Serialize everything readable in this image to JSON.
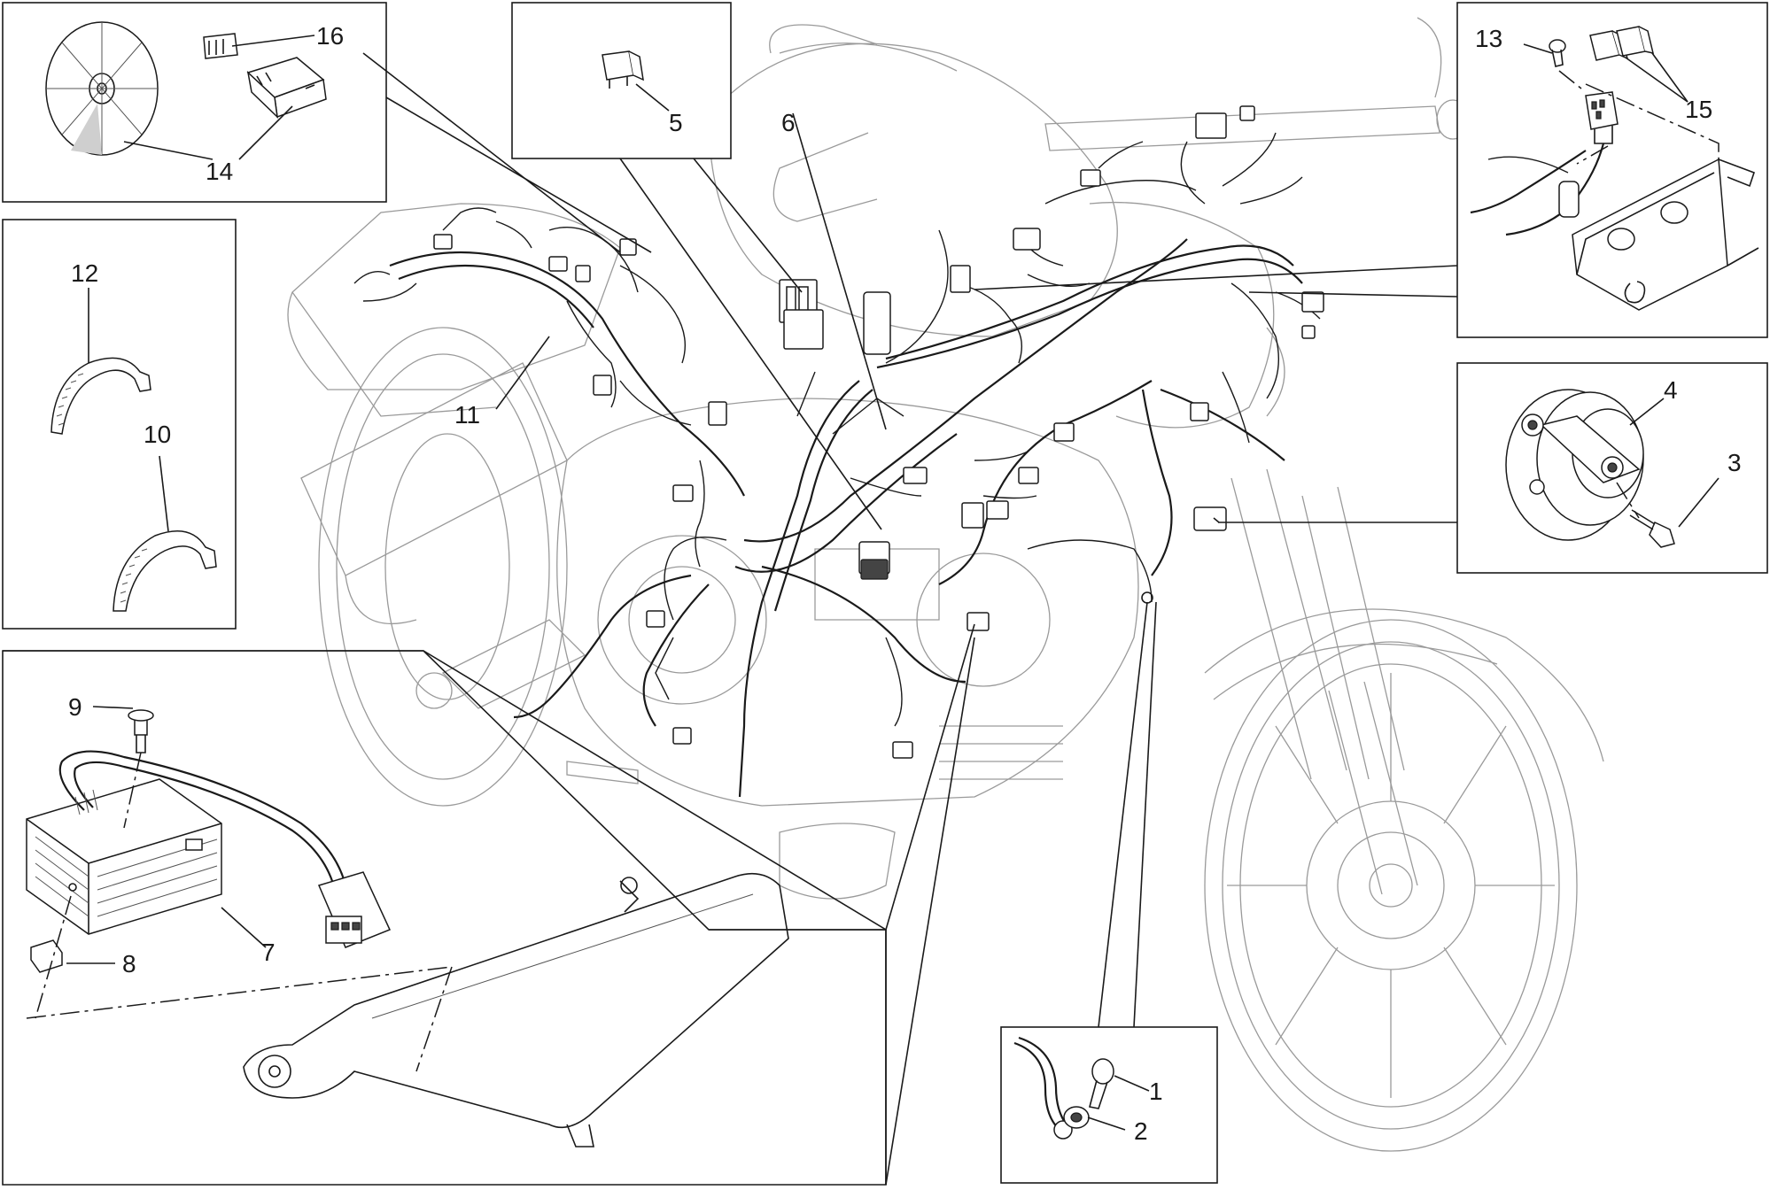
{
  "callouts": [
    {
      "id": "c1",
      "text": "1"
    },
    {
      "id": "c2",
      "text": "2"
    },
    {
      "id": "c3",
      "text": "3"
    },
    {
      "id": "c4",
      "text": "4"
    },
    {
      "id": "c5",
      "text": "5"
    },
    {
      "id": "c6",
      "text": "6"
    },
    {
      "id": "c7",
      "text": "7"
    },
    {
      "id": "c8",
      "text": "8"
    },
    {
      "id": "c9",
      "text": "9"
    },
    {
      "id": "c10",
      "text": "10"
    },
    {
      "id": "c11",
      "text": "11"
    },
    {
      "id": "c12",
      "text": "12"
    },
    {
      "id": "c13",
      "text": "13"
    },
    {
      "id": "c14",
      "text": "14"
    },
    {
      "id": "c15",
      "text": "15"
    },
    {
      "id": "c16",
      "text": "16"
    }
  ],
  "colors": {
    "line": "#1a1a1a",
    "background": "#ffffff",
    "faint": "#9a9a9a"
  }
}
